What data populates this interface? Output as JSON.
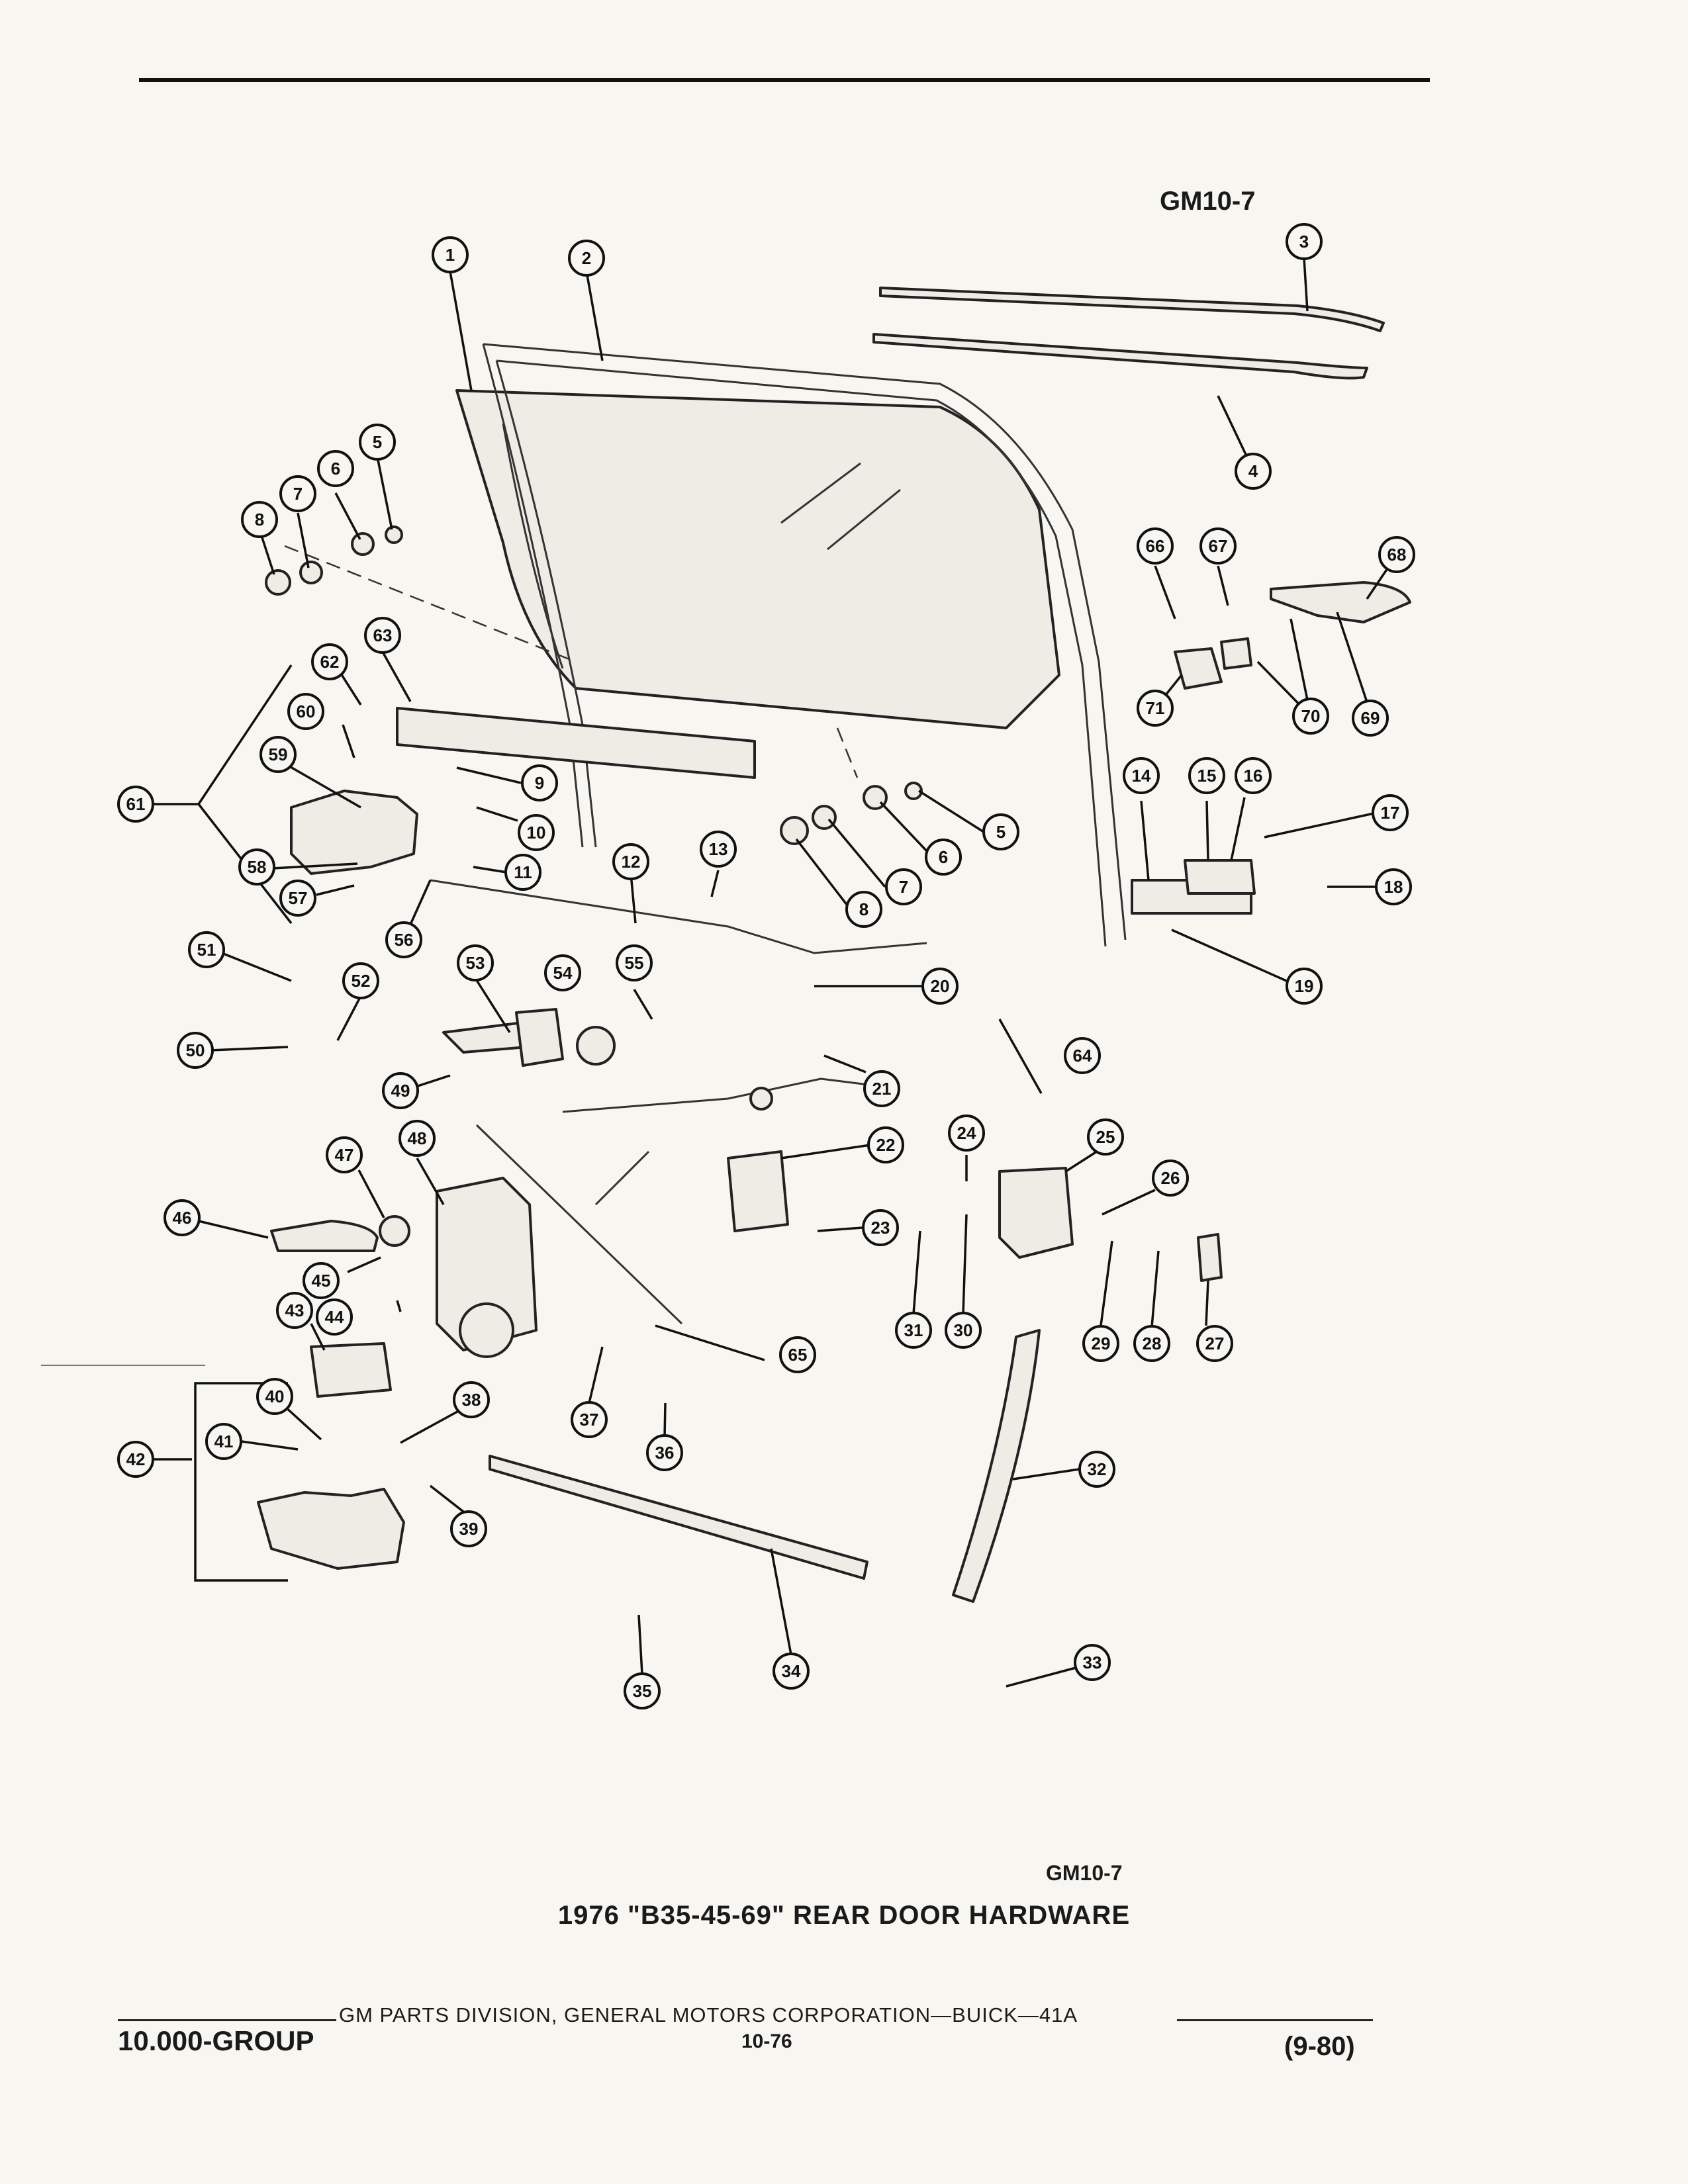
{
  "figure_code_top": "GM10-7",
  "figure_code_bottom": "GM10-7",
  "caption": "1976 \"B35-45-69\" REAR DOOR HARDWARE",
  "footer": {
    "credit": "GM PARTS DIVISION, GENERAL MOTORS CORPORATION—BUICK—41A",
    "group": "10.000-GROUP",
    "page": "10-76",
    "date": "(9-80)"
  },
  "callouts": [
    {
      "label": "1"
    },
    {
      "label": "2"
    },
    {
      "label": "3"
    },
    {
      "label": "4"
    },
    {
      "label": "5"
    },
    {
      "label": "6"
    },
    {
      "label": "7"
    },
    {
      "label": "8"
    },
    {
      "label": "5"
    },
    {
      "label": "6"
    },
    {
      "label": "7"
    },
    {
      "label": "8"
    },
    {
      "label": "9"
    },
    {
      "label": "10"
    },
    {
      "label": "11"
    },
    {
      "label": "12"
    },
    {
      "label": "13"
    },
    {
      "label": "14"
    },
    {
      "label": "15"
    },
    {
      "label": "16"
    },
    {
      "label": "17"
    },
    {
      "label": "18"
    },
    {
      "label": "19"
    },
    {
      "label": "20"
    },
    {
      "label": "21"
    },
    {
      "label": "22"
    },
    {
      "label": "23"
    },
    {
      "label": "24"
    },
    {
      "label": "25"
    },
    {
      "label": "26"
    },
    {
      "label": "27"
    },
    {
      "label": "28"
    },
    {
      "label": "29"
    },
    {
      "label": "30"
    },
    {
      "label": "31"
    },
    {
      "label": "32"
    },
    {
      "label": "33"
    },
    {
      "label": "34"
    },
    {
      "label": "35"
    },
    {
      "label": "36"
    },
    {
      "label": "37"
    },
    {
      "label": "38"
    },
    {
      "label": "39"
    },
    {
      "label": "40"
    },
    {
      "label": "41"
    },
    {
      "label": "42"
    },
    {
      "label": "43"
    },
    {
      "label": "44"
    },
    {
      "label": "45"
    },
    {
      "label": "46"
    },
    {
      "label": "47"
    },
    {
      "label": "48"
    },
    {
      "label": "49"
    },
    {
      "label": "50"
    },
    {
      "label": "51"
    },
    {
      "label": "52"
    },
    {
      "label": "53"
    },
    {
      "label": "54"
    },
    {
      "label": "55"
    },
    {
      "label": "56"
    },
    {
      "label": "57"
    },
    {
      "label": "58"
    },
    {
      "label": "59"
    },
    {
      "label": "60"
    },
    {
      "label": "61"
    },
    {
      "label": "62"
    },
    {
      "label": "63"
    },
    {
      "label": "64"
    },
    {
      "label": "65"
    },
    {
      "label": "66"
    },
    {
      "label": "67"
    },
    {
      "label": "68"
    },
    {
      "label": "69"
    },
    {
      "label": "70"
    },
    {
      "label": "71"
    }
  ]
}
